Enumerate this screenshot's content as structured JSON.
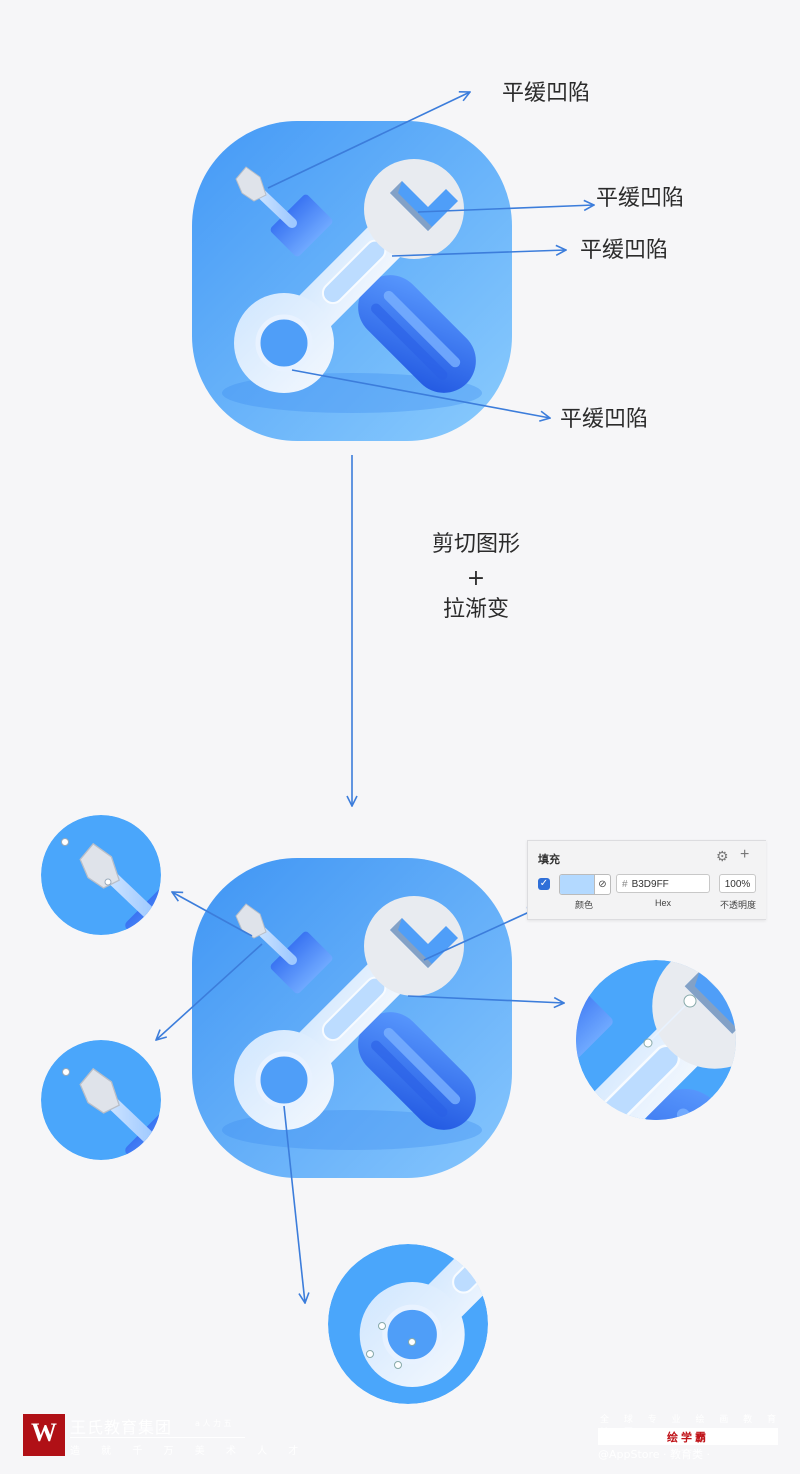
{
  "callouts": {
    "screwdriver_tip": "平缓凹陷",
    "wrench_jaw": "平缓凹陷",
    "wrench_handle": "平缓凹陷",
    "wrench_ring": "平缓凹陷"
  },
  "process": {
    "line1": "剪切图形",
    "line2": "+",
    "line3": "拉渐变"
  },
  "fill_panel": {
    "title": "填充",
    "enabled": true,
    "color": "#B3D9FF",
    "hex_prefix": "#",
    "hex_value": "B3D9FF",
    "opacity": "100%",
    "label_color": "颜色",
    "label_hex": "Hex",
    "label_opacity": "不透明度",
    "settings_icon": "gear-icon",
    "add_icon": "plus-icon"
  },
  "colors": {
    "arrow": "#3c7ddb",
    "icon_bg_top": "#4aa3fa",
    "icon_bg_bottom": "#84c6fd",
    "wrench": "#e9eef6",
    "handle_blue": "#2f6cf0"
  },
  "footer": {
    "logo_letter": "W",
    "org_name": "王氏教育集团",
    "org_sub": "a 人 力 五",
    "org_slogan": "造 就 千 万 美 术 人 才",
    "right_top": "全 球 专 业 绘 画 教 育 社 区",
    "brand": "绘学霸",
    "right_bottom": "@AppStore · 教育类 ·"
  }
}
